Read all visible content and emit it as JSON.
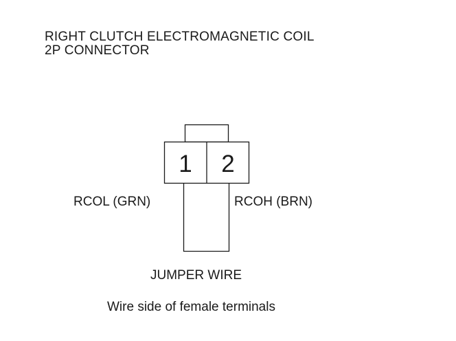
{
  "title": {
    "line1": "RIGHT CLUTCH ELECTROMAGNETIC COIL",
    "line2": "2P CONNECTOR"
  },
  "connector": {
    "pins": [
      "1",
      "2"
    ]
  },
  "wires": {
    "left_label": "RCOL (GRN)",
    "right_label": "RCOH (BRN)",
    "jumper_label": "JUMPER WIRE"
  },
  "caption": "Wire side of female terminals",
  "colors": {
    "line": "#1a1a1a",
    "background": "#ffffff"
  }
}
